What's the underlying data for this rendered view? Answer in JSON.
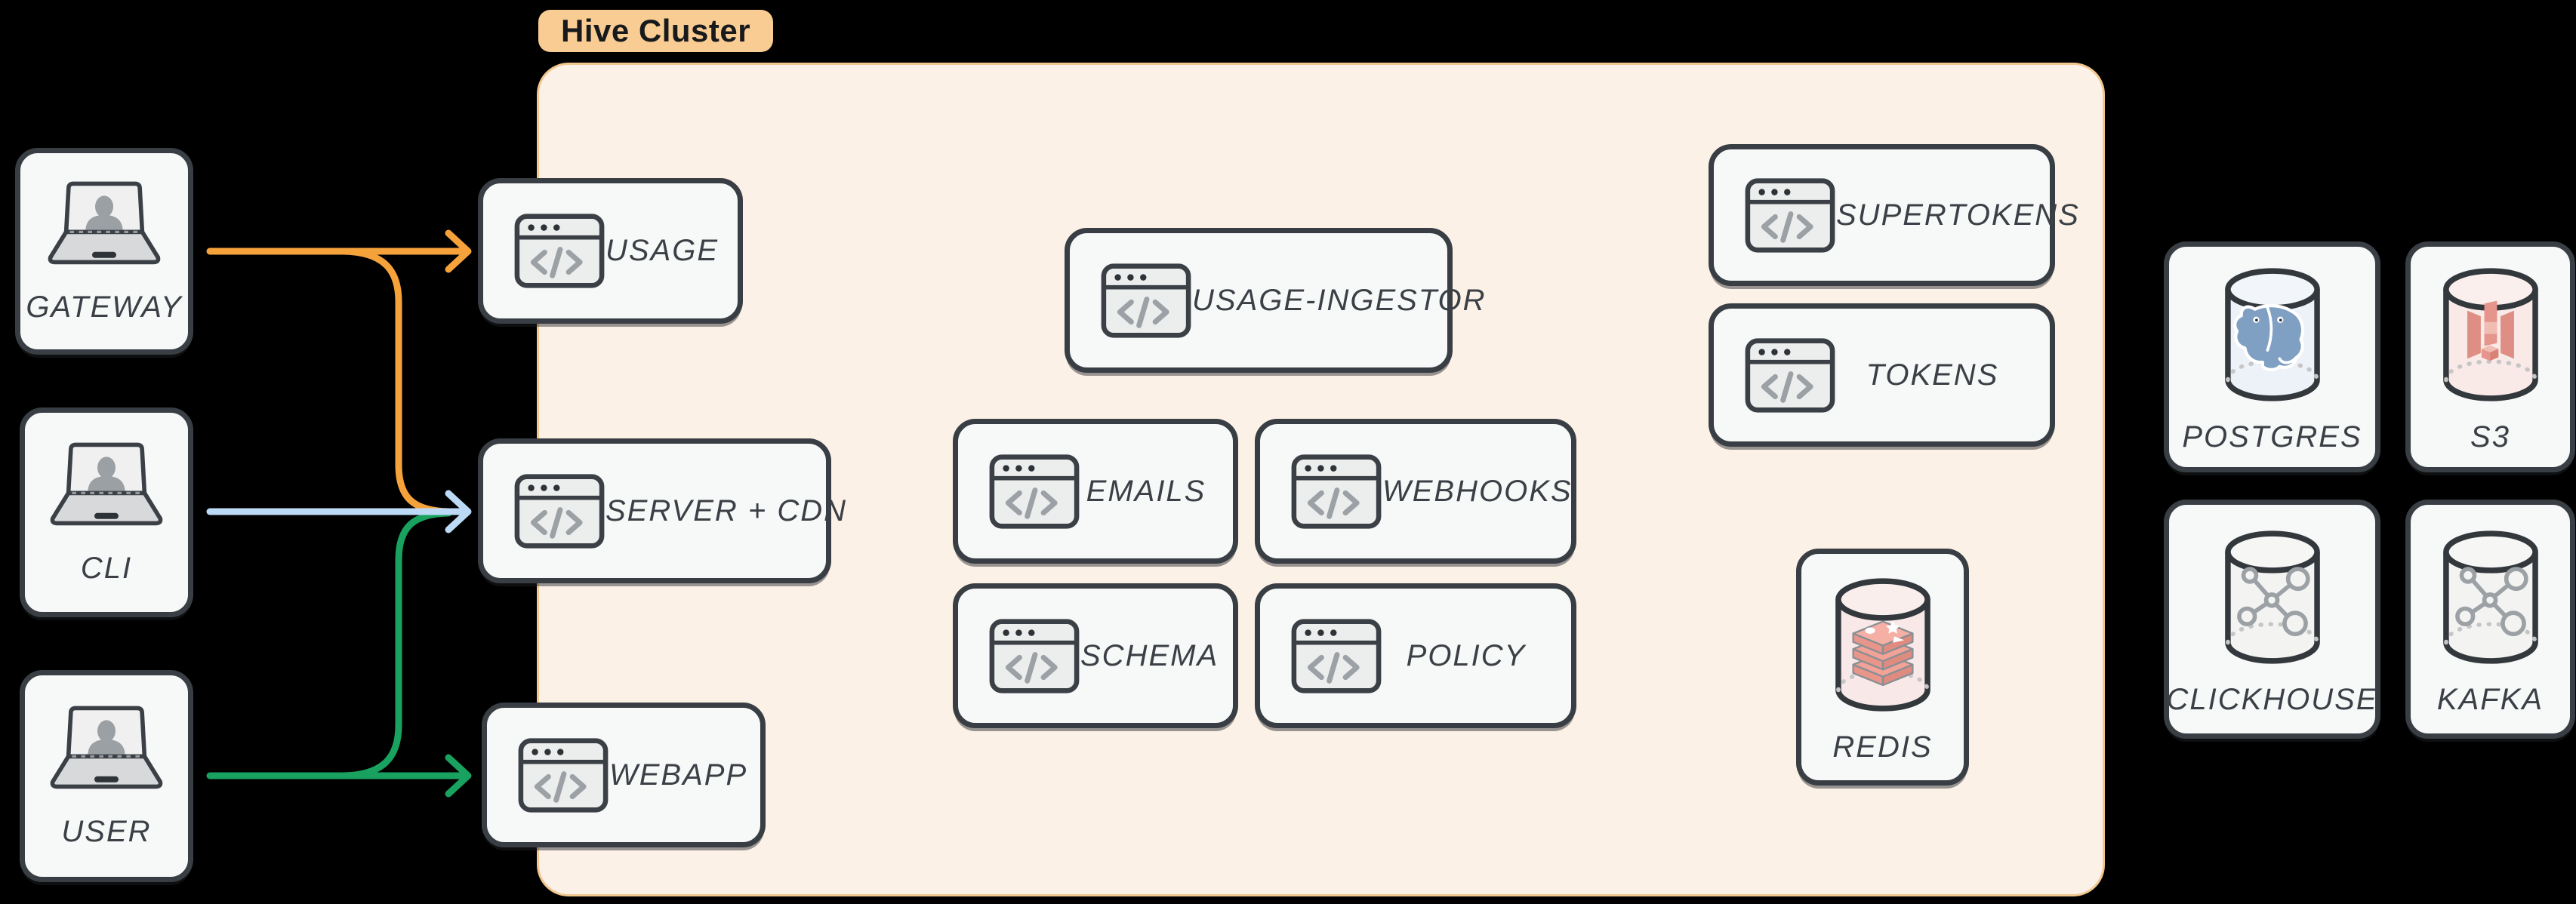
{
  "cluster": {
    "label": "Hive Cluster"
  },
  "clients": {
    "gateway": {
      "label": "GATEWAY"
    },
    "cli": {
      "label": "CLI"
    },
    "user": {
      "label": "USER"
    }
  },
  "services": {
    "usage": {
      "label": "USAGE"
    },
    "server_cdn": {
      "label": "SERVER + CDN"
    },
    "webapp": {
      "label": "WEBAPP"
    },
    "usage_ingestor": {
      "label": "USAGE-INGESTOR"
    },
    "emails": {
      "label": "EMAILS"
    },
    "webhooks": {
      "label": "WEBHOOKS"
    },
    "schema": {
      "label": "SCHEMA"
    },
    "policy": {
      "label": "POLICY"
    },
    "supertokens": {
      "label": "SUPERTOKENS"
    },
    "tokens": {
      "label": "TOKENS"
    },
    "redis": {
      "label": "REDIS"
    }
  },
  "datastores": {
    "postgres": {
      "label": "POSTGRES"
    },
    "s3": {
      "label": "S3"
    },
    "clickhouse": {
      "label": "CLICKHOUSE"
    },
    "kafka": {
      "label": "KAFKA"
    }
  },
  "edges": [
    {
      "from": "GATEWAY",
      "to": "USAGE",
      "color": "#F6A23B"
    },
    {
      "from": "GATEWAY",
      "to": "SERVER + CDN",
      "color": "#F6A23B"
    },
    {
      "from": "CLI",
      "to": "SERVER + CDN",
      "color": "#BCDAF6"
    },
    {
      "from": "USER",
      "to": "SERVER + CDN",
      "color": "#19A15F"
    },
    {
      "from": "USER",
      "to": "WEBAPP",
      "color": "#19A15F"
    }
  ],
  "colors": {
    "background": "#000000",
    "cluster_fill": "#FCF1E7",
    "cluster_border": "#F2C68F",
    "cluster_tag_fill": "#F8CC92",
    "card_fill": "#F7F8F8",
    "card_border": "#383E43",
    "label_text": "#3B4046",
    "icon_grey": "#9CA1A6",
    "arrow_orange": "#F6A23B",
    "arrow_blue": "#BCDAF6",
    "arrow_green": "#19A15F",
    "postgres_blue": "#7FA0C3",
    "s3_salmon": "#DE8E84",
    "redis_salmon": "#F2A297"
  }
}
